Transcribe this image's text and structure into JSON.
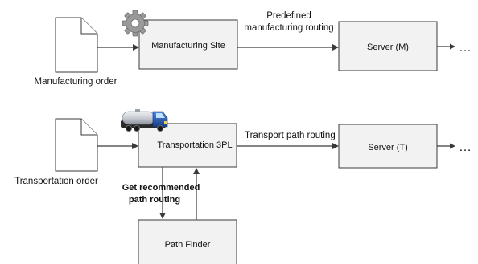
{
  "colors": {
    "box_fill": "#f2f2f2",
    "stroke": "#3a3a3a",
    "gear": "#9a9a9a",
    "truck_cab": "#1f4fa8",
    "truck_tank": "#c9ccd2"
  },
  "manufacturing": {
    "document_label": "Manufacturing order",
    "site_label": "Manufacturing Site",
    "routing_label_line1": "Predefined",
    "routing_label_line2": "manufacturing routing",
    "server_label": "Server (M)",
    "ellipsis": "…",
    "icon": "gear-icon"
  },
  "transportation": {
    "document_label": "Transportation order",
    "carrier_label": "Transportation 3PL",
    "routing_label": "Transport path routing",
    "server_label": "Server (T)",
    "ellipsis": "…",
    "icon": "truck-icon",
    "request_label_line1": "Get recommended",
    "request_label_line2": "path routing",
    "path_finder_label": "Path Finder"
  }
}
